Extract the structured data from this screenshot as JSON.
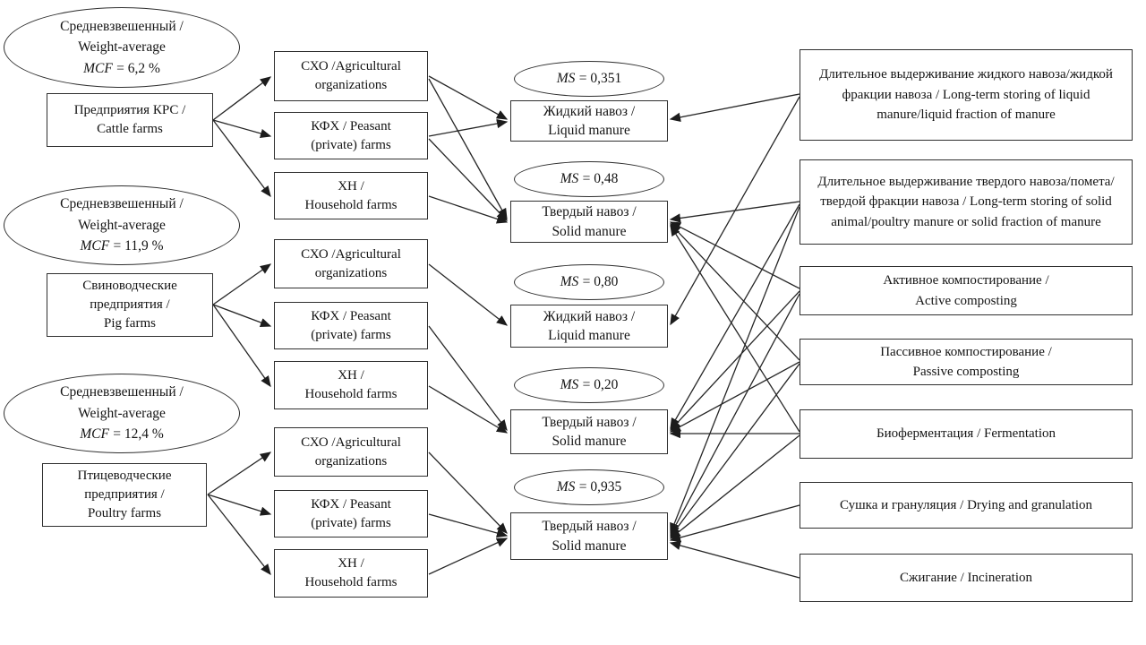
{
  "diagram": {
    "farm_groups": [
      {
        "mcf": {
          "title": "Средневзвешенный /\nWeight-average",
          "var": "MCF",
          "value": "= 6,2 %"
        },
        "farm_label": "Предприятия КРС /\nCattle farms",
        "org_types": [
          "СХО /Agricultural\norganizations",
          "КФХ / Peasant\n(private) farms",
          "ХН /\nHousehold farms"
        ]
      },
      {
        "mcf": {
          "title": "Средневзвешенный /\nWeight-average",
          "var": "MCF",
          "value": "= 11,9 %"
        },
        "farm_label": "Свиноводческие\nпредприятия /\nPig farms",
        "org_types": [
          "СХО /Agricultural\norganizations",
          "КФХ / Peasant\n(private) farms",
          "ХН /\nHousehold farms"
        ]
      },
      {
        "mcf": {
          "title": "Средневзвешенный /\nWeight-average",
          "var": "MCF",
          "value": "= 12,4 %"
        },
        "farm_label": "Птицеводческие\nпредприятия /\nPoultry farms",
        "org_types": [
          "СХО /Agricultural\norganizations",
          "КФХ / Peasant\n(private) farms",
          "ХН /\nHousehold farms"
        ]
      }
    ],
    "manure_nodes": [
      {
        "ms_var": "MS",
        "ms_value": "= 0,351",
        "label": "Жидкий навоз /\nLiquid manure"
      },
      {
        "ms_var": "MS",
        "ms_value": "= 0,48",
        "label": "Твердый навоз /\nSolid manure"
      },
      {
        "ms_var": "MS",
        "ms_value": "= 0,80",
        "label": "Жидкий навоз /\nLiquid manure"
      },
      {
        "ms_var": "MS",
        "ms_value": "= 0,20",
        "label": "Твердый навоз /\nSolid manure"
      },
      {
        "ms_var": "MS",
        "ms_value": "= 0,935",
        "label": "Твердый навоз /\nSolid manure"
      }
    ],
    "management_systems": [
      "Длительное выдерживание жидкого навоза/жидкой фракции навоза / Long-term storing of liquid manure/liquid fraction of manure",
      "Длительное выдерживание твердого навоза/помета/твердой фракции навоза / Long-term storing of solid animal/poultry manure or solid fraction of manure",
      "Активное компостирование /\nActive composting",
      "Пассивное компостирование /\nPassive composting",
      "Биоферментация / Fermentation",
      "Сушка и грануляция / Drying and granulation",
      "Сжигание / Incineration"
    ]
  }
}
